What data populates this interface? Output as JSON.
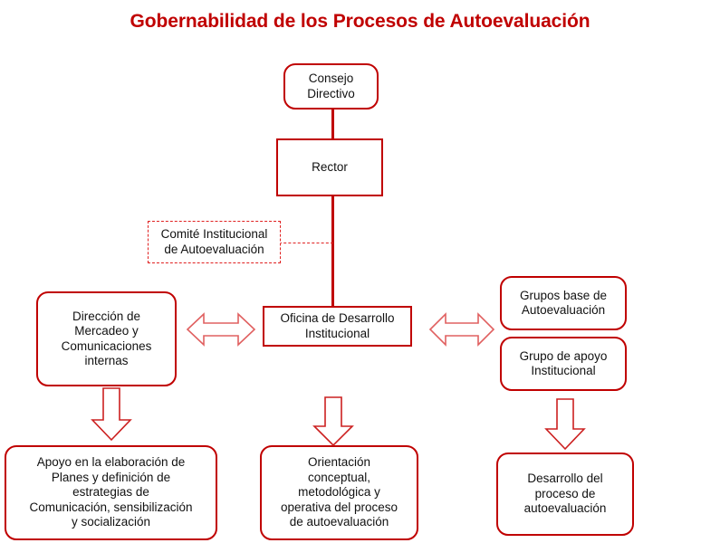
{
  "title": "Gobernabilidad de los Procesos de Autoevaluación",
  "colors": {
    "title": "#c00000",
    "box_border": "#c00000",
    "dashed_border": "#e02020",
    "arrow_outline": "#e06060",
    "arrow_outline_strong": "#cc2020",
    "text": "#111111",
    "background": "#ffffff"
  },
  "nodes": {
    "consejo_directivo": "Consejo\nDirectivo",
    "rector": "Rector",
    "comite_institucional": "Comité Institucional\nde Autoevaluación",
    "direccion_mercadeo": "Dirección de\nMercadeo y\nComunicaciones\ninternas",
    "oficina_desarrollo": "Oficina de Desarrollo\nInstitucional",
    "grupos_base": "Grupos base de\nAutoevaluación",
    "grupo_apoyo": "Grupo de apoyo\nInstitucional",
    "apoyo_elaboracion": "Apoyo en la elaboración de\nPlanes y definición de\nestrategias de\nComunicación, sensibilización\ny socialización",
    "orientacion_conceptual": "Orientación\nconceptual,\nmetodológica y\noperativa del proceso\nde autoevaluación",
    "desarrollo_proceso": "Desarrollo del\nproceso de\nautoevaluación"
  },
  "connectors": {
    "consejo_to_rector": "vertical-line",
    "rector_to_oficina": "vertical-line",
    "comite_to_trunk": "dashed-horizontal-line",
    "direccion_oficina": "double-headed-arrow-left",
    "oficina_grupos": "double-headed-arrow-right",
    "direccion_to_apoyo": "down-arrow",
    "oficina_to_orientacion": "down-arrow",
    "grupo_to_desarrollo": "down-arrow"
  }
}
